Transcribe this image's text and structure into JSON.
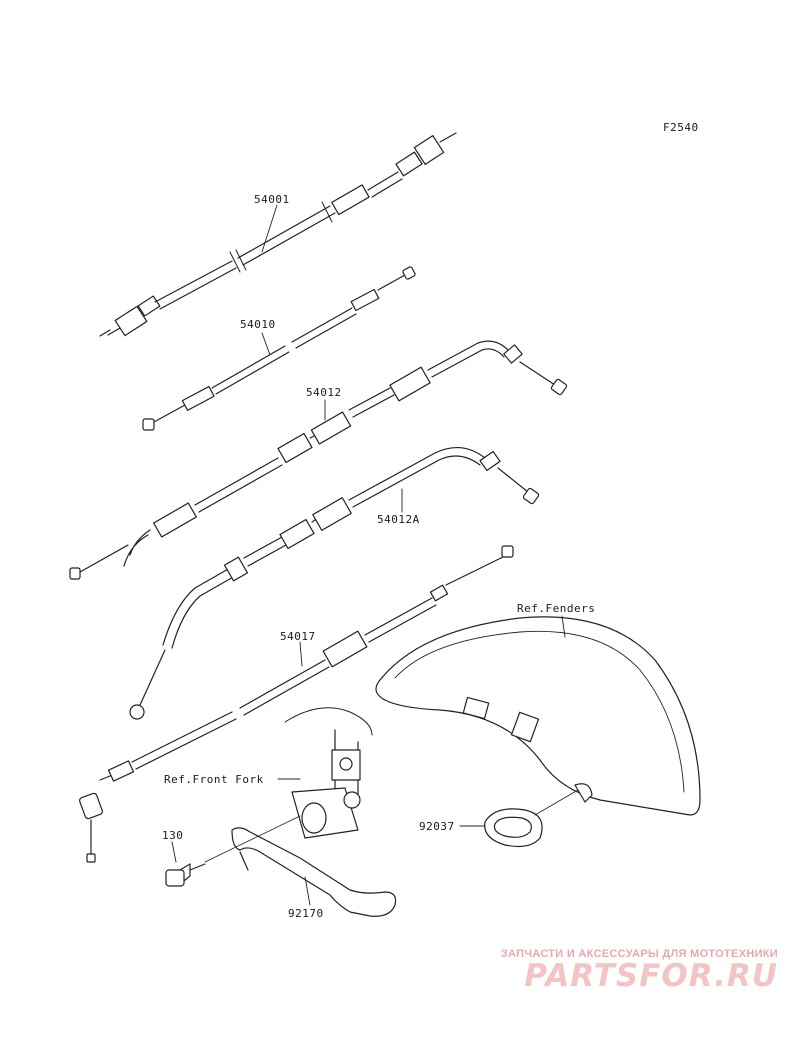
{
  "figure_code": "F2540",
  "parts": {
    "p54001": "54001",
    "p54010": "54010",
    "p54012": "54012",
    "p54012A": "54012A",
    "p54017": "54017",
    "p92037": "92037",
    "p130": "130",
    "p92170": "92170"
  },
  "references": {
    "fenders": "Ref.Fenders",
    "front_fork": "Ref.Front Fork"
  },
  "watermark": {
    "caption": "ЗАПЧАСТИ И АКСЕССУАРЫ ДЛЯ МОТОТЕХНИКИ",
    "logo": "PARTSFOR.RU"
  }
}
